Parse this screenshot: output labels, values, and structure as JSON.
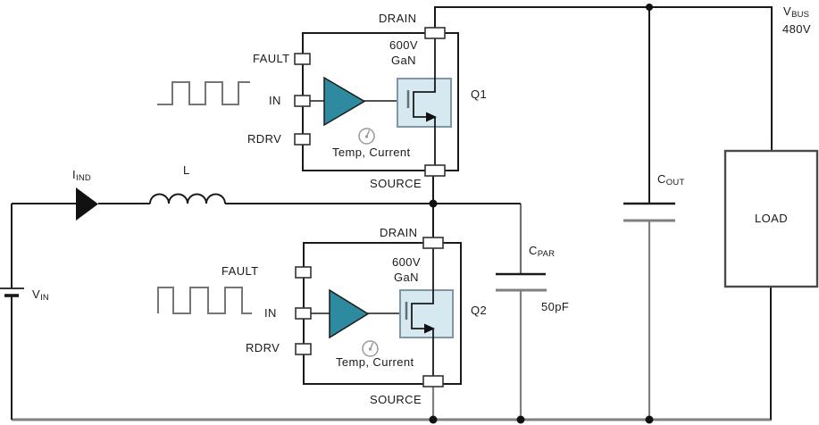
{
  "colors": {
    "wire_black": "#1a1a1a",
    "rail_gray": "#808080",
    "driver_teal": "#2e8a9e",
    "fet_fill": "#d6e9f1",
    "fet_border": "#7f97a4",
    "gauge_gray": "#999999",
    "waveform_gray": "#757575"
  },
  "icons": {
    "gauge": "circular-meter",
    "current_arrow": "right-filled-arrow",
    "pwm": "square-wave"
  },
  "source_side": {
    "iind": {
      "base": "I",
      "sub": "IND"
    },
    "inductor": "L",
    "vin": {
      "base": "V",
      "sub": "IN"
    }
  },
  "q1": {
    "name": "Q1",
    "drain": "DRAIN",
    "source": "SOURCE",
    "fault": "FAULT",
    "in": "IN",
    "rdrv": "RDRV",
    "rating": "600V",
    "tech": "GaN",
    "sense": "Temp, Current"
  },
  "q2": {
    "name": "Q2",
    "drain": "DRAIN",
    "source": "SOURCE",
    "fault": "FAULT",
    "in": "IN",
    "rdrv": "RDRV",
    "rating": "600V",
    "tech": "GaN",
    "sense": "Temp, Current"
  },
  "cpar": {
    "base": "C",
    "sub": "PAR",
    "value": "50pF"
  },
  "cout": {
    "base": "C",
    "sub": "OUT"
  },
  "vbus": {
    "base": "V",
    "sub": "BUS",
    "value": "480V"
  },
  "load": {
    "label": "LOAD"
  }
}
